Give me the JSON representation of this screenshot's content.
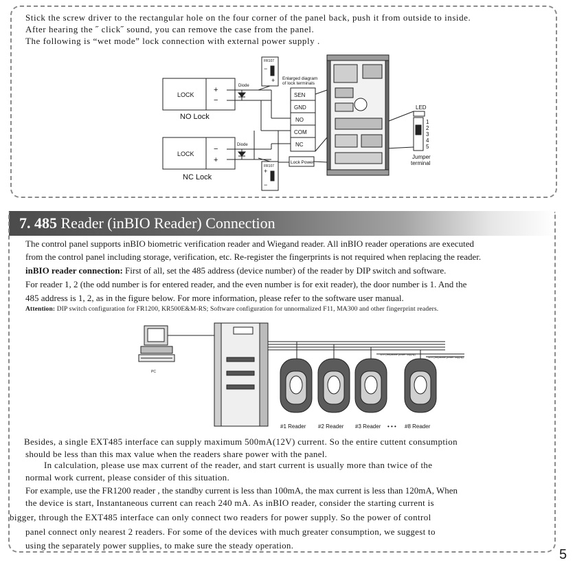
{
  "intro": {
    "line1": "Stick the screw driver to the rectangular hole on the four corner of the  panel  back, push it from outside to inside.",
    "line2": "After hearing the ˝ click˝ sound,  you can remove the case from the panel.",
    "line3": "The following is  “wet mode” lock connection with external power supply ."
  },
  "wiring": {
    "lock_label": "LOCK",
    "no_lock_caption": "NO Lock",
    "nc_lock_caption": "NC Lock",
    "diode_label": "Diode",
    "fr107_label": "FR107",
    "enlarged_label_1": "Enlarged diagram",
    "enlarged_label_2": "of lock terminals",
    "terminals": [
      "SEN",
      "GND",
      "NO",
      "COM",
      "NC"
    ],
    "lock_power_label": "Lock Power",
    "led_label": "LED",
    "jumper_numbers": [
      "1",
      "2",
      "3",
      "4",
      "5"
    ],
    "jumper_label_1": "Jumper",
    "jumper_label_2": "terminal",
    "plus": "+",
    "minus": "−"
  },
  "section": {
    "number": "7. 485",
    "title": "Reader (inBIO Reader)  Connection"
  },
  "body1": {
    "line1": "The control panel supports inBIO biometric verification reader and Wiegand reader. All inBIO reader operations are executed",
    "line2": "from the control panel including storage, verification, etc. Re-register the fingerprints is not required when replacing the reader.",
    "line3_bold": "inBIO reader connection:",
    "line3_rest": " First of all, set the 485 address (device number) of the reader by DIP switch and software.",
    "line4": "For  reader 1, 2  (the odd number  is for entered  reader, and the even number is for exit reader),  the door number is 1. And the",
    "line5": "485 address is 1, 2,  as in the figure below.  For more information, please refer to the software user manual."
  },
  "attention": {
    "label": "Attention:",
    "text": " DIP  switch  configuration  for  FR1200,    KR500E&M-RS;  Software  configuration  for  unnormalized  F11, MA300  and  other  fingerprint  readers."
  },
  "readers_diagram": {
    "pc_label": "PC",
    "reader_labels": [
      "#1 Reader",
      "#2 Reader",
      "#3 Reader",
      "#8 Reader"
    ],
    "ellipsis": "• • •",
    "power_note_1": "12V (Separate power supply)",
    "power_note_2": "12V (Separate power supply)"
  },
  "body2": {
    "line1": "Besides, a single EXT485 interface can supply maximum 500mA(12V) current. So the entire cuttent consumption",
    "line2": "should be less than this max value when the readers  share  power  with  the  panel.",
    "line3": "In calculation, please use max current  of  the  reader,   and  start current  is  usually more than twice of the",
    "line4": "normal work current, please consider of this situation.",
    "line5": "For example, use the FR1200 reader , the standby current is less than 100mA, the max current is less than 120mA, When",
    "line6": "the  device  is  start,  Instantaneous current  can reach 240 mA. As inBIO reader, consider the starting current is",
    "line7": "bigger, through the EXT485 interface can only connect two readers for  power supply. So  the  power  of  control",
    "line8": "panel connect only nearest 2 readers.  For some of the devices with much greater consumption, we suggest to",
    "line9": "using the separately power supplies, to make sure the steady operation."
  },
  "page_number": "5"
}
